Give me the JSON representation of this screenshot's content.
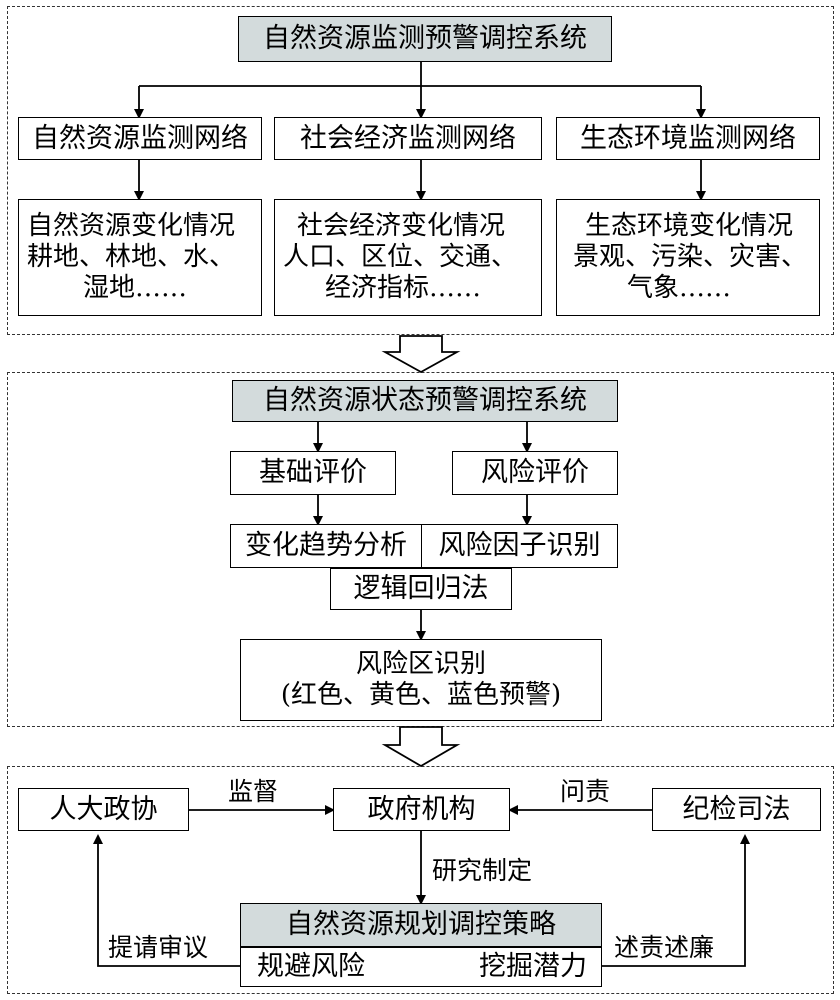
{
  "section1": {
    "title": "自然资源监测预警调控系统",
    "networks": [
      "自然资源监测网络",
      "社会经济监测网络",
      "生态环境监测网络"
    ],
    "changes": [
      {
        "line1": "自然资源变化情况",
        "line2": "耕地、林地、水、",
        "line3": "湿地……"
      },
      {
        "line1": "社会经济变化情况",
        "line2": "人口、区位、交通、",
        "line3": "经济指标……"
      },
      {
        "line1": "生态环境变化情况",
        "line2": "景观、污染、灾害、",
        "line3": "气象……"
      }
    ]
  },
  "section2": {
    "title": "自然资源状态预警调控系统",
    "basic_eval": "基础评价",
    "risk_eval": "风险评价",
    "trend": "变化趋势分析",
    "factor": "风险因子识别",
    "regression": "逻辑回归法",
    "zone_line1": "风险区识别",
    "zone_line2": "(红色、黄色、蓝色预警)"
  },
  "section3": {
    "npc": "人大政协",
    "gov": "政府机构",
    "discipline": "纪检司法",
    "supervise": "监督",
    "accountability": "问责",
    "research": "研究制定",
    "strategy": "自然资源规划调控策略",
    "avoid": "规避风险",
    "potential": "挖掘潜力",
    "review": "提请审议",
    "report": "述责述廉"
  }
}
